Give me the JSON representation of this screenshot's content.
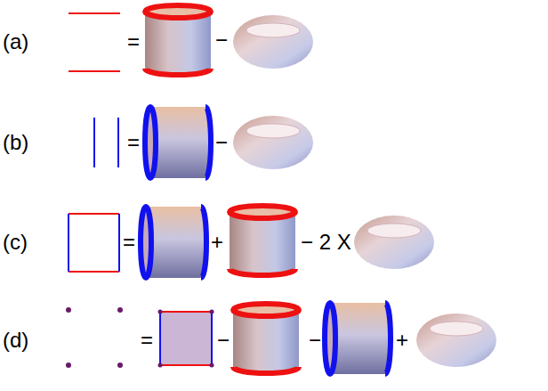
{
  "diagram": {
    "labels": [
      "(a)",
      "=",
      "−",
      "(b)",
      "=",
      "−",
      "(c)",
      "=",
      "+",
      "− 2 X",
      "(d)",
      "=",
      "−",
      "−",
      "+"
    ]
  }
}
